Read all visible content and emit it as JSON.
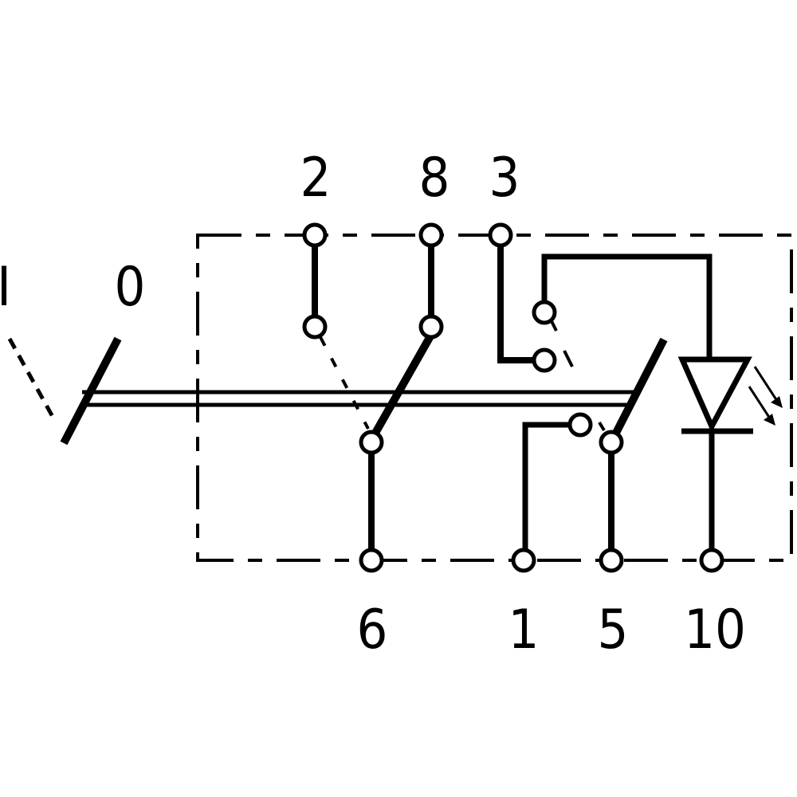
{
  "diagram": {
    "position_labels": {
      "on": "I",
      "off": "0"
    },
    "top_terminals": [
      "2",
      "8",
      "3"
    ],
    "bottom_terminals": [
      "6",
      "1",
      "5",
      "10"
    ],
    "line_color": "#000000",
    "background": "#ffffff"
  }
}
